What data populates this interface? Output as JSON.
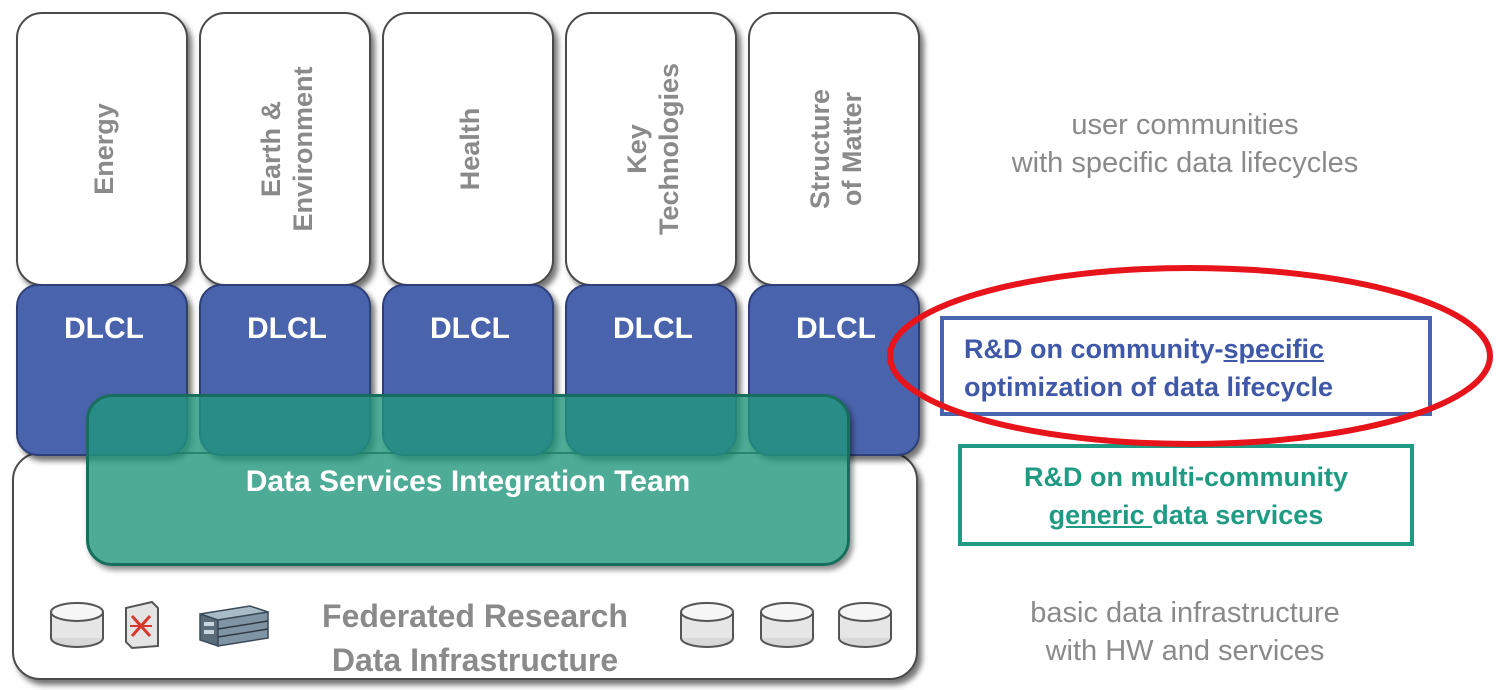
{
  "communities": [
    {
      "lines": [
        "Energy"
      ],
      "dlcl": "DLCL"
    },
    {
      "lines": [
        "Earth &",
        "Environment"
      ],
      "dlcl": "DLCL"
    },
    {
      "lines": [
        "Health"
      ],
      "dlcl": "DLCL"
    },
    {
      "lines": [
        "Key",
        "Technologies"
      ],
      "dlcl": "DLCL"
    },
    {
      "lines": [
        "Structure",
        "of Matter"
      ],
      "dlcl": "DLCL"
    }
  ],
  "integration_team": "Data Services Integration Team",
  "infrastructure": {
    "line1": "Federated Research",
    "line2": "Data Infrastructure"
  },
  "side_labels": {
    "top_line1": "user communities",
    "top_line2": "with specific data lifecycles",
    "bottom_line1": "basic data infrastructure",
    "bottom_line2": "with HW and services"
  },
  "rd_specific": {
    "part1": "R&D on community-",
    "part2_underlined": "specific",
    "line2": "optimization of data lifecycle"
  },
  "rd_generic": {
    "line1": "R&D on multi-community",
    "part2_underlined": "generic ",
    "part3": "data services"
  },
  "colors": {
    "dlcl_blue": "#4a63ad",
    "team_green": "#20967c",
    "highlight_red": "#e8141b",
    "label_gray": "#8a8a8a"
  },
  "icons": [
    "storage-disk-icon",
    "network-switch-icon",
    "server-rack-icon",
    "storage-disk-icon",
    "storage-disk-icon",
    "storage-disk-icon"
  ]
}
